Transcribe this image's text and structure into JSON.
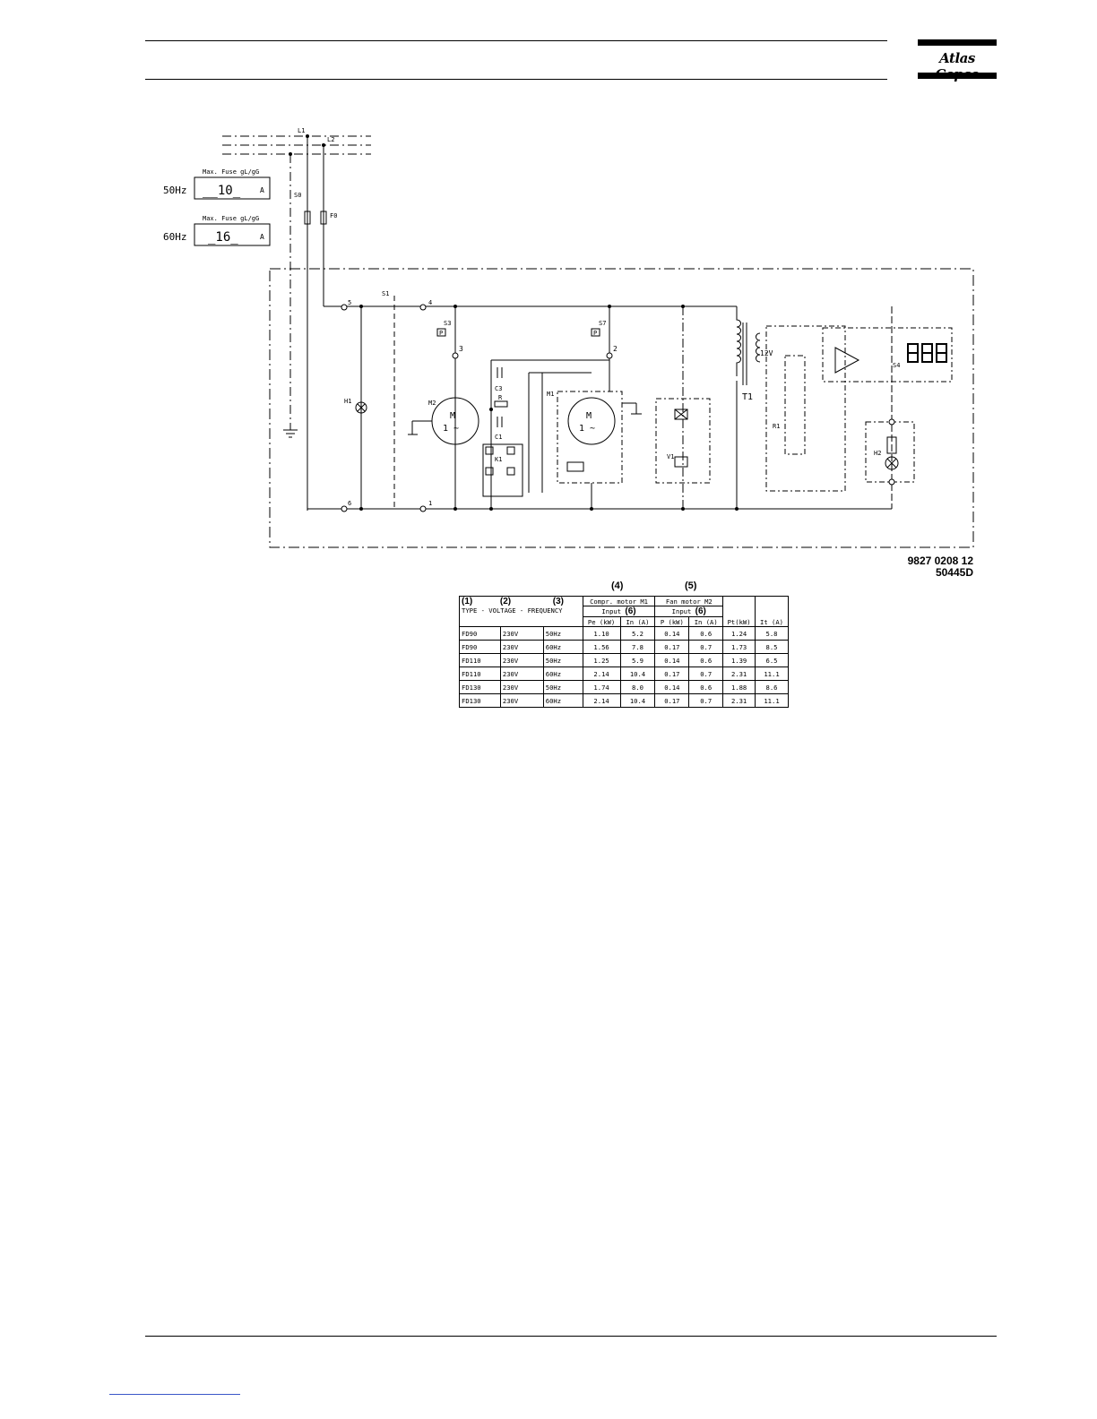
{
  "header": {
    "logo_text": "Atlas Copco"
  },
  "fuses": [
    {
      "freq": "50Hz",
      "caption": "Max. Fuse   gL/gG",
      "value": "__10_",
      "unit": "A"
    },
    {
      "freq": "60Hz",
      "caption": "Max. Fuse   gL/gG",
      "value": "_16_",
      "unit": "A"
    }
  ],
  "labels": {
    "L1": "L1",
    "L2": "L2",
    "S0": "S0",
    "F0": "F0",
    "S1": "S1",
    "S3": "S3",
    "S7": "S7",
    "M1": "M1",
    "M2": "M2",
    "H1": "H1",
    "H2": "H2",
    "K1": "K1",
    "C1": "C1",
    "C3": "C3",
    "R": "R",
    "T1": "T1",
    "V1": "V1",
    "R1": "R1",
    "S4": "S4",
    "12V": "12V",
    "M": "M",
    "one_phase": "1 ~",
    "P": "P",
    "display": "888",
    "t3": "3",
    "t2": "2",
    "t4": "4",
    "t5": "5",
    "t6": "6",
    "t1": "1"
  },
  "drawing_number": [
    "9827 0208 12",
    "50445D"
  ],
  "table": {
    "top_labels": [
      "(4)",
      "(5)"
    ],
    "num_labels": [
      "(1)",
      "(2)",
      "(3)"
    ],
    "type_header": "TYPE - VOLTAGE - FREQUENCY",
    "comp_header": "Compr. motor M1",
    "fan_header": "Fan motor M2",
    "input_label": "Input",
    "input_num": "(6)",
    "sub_headers": [
      "Pe (kW)",
      "In (A)",
      "P (kW)",
      "In (A)",
      "Pt(kW)",
      "It (A)"
    ],
    "rows": [
      [
        "FD90",
        "230V",
        "50Hz",
        "1.10",
        "5.2",
        "0.14",
        "0.6",
        "1.24",
        "5.8"
      ],
      [
        "FD90",
        "230V",
        "60Hz",
        "1.56",
        "7.8",
        "0.17",
        "0.7",
        "1.73",
        "8.5"
      ],
      [
        "FD110",
        "230V",
        "50Hz",
        "1.25",
        "5.9",
        "0.14",
        "0.6",
        "1.39",
        "6.5"
      ],
      [
        "FD110",
        "230V",
        "60Hz",
        "2.14",
        "10.4",
        "0.17",
        "0.7",
        "2.31",
        "11.1"
      ],
      [
        "FD130",
        "230V",
        "50Hz",
        "1.74",
        "8.0",
        "0.14",
        "0.6",
        "1.88",
        "8.6"
      ],
      [
        "FD130",
        "230V",
        "60Hz",
        "2.14",
        "10.4",
        "0.17",
        "0.7",
        "2.31",
        "11.1"
      ]
    ]
  }
}
